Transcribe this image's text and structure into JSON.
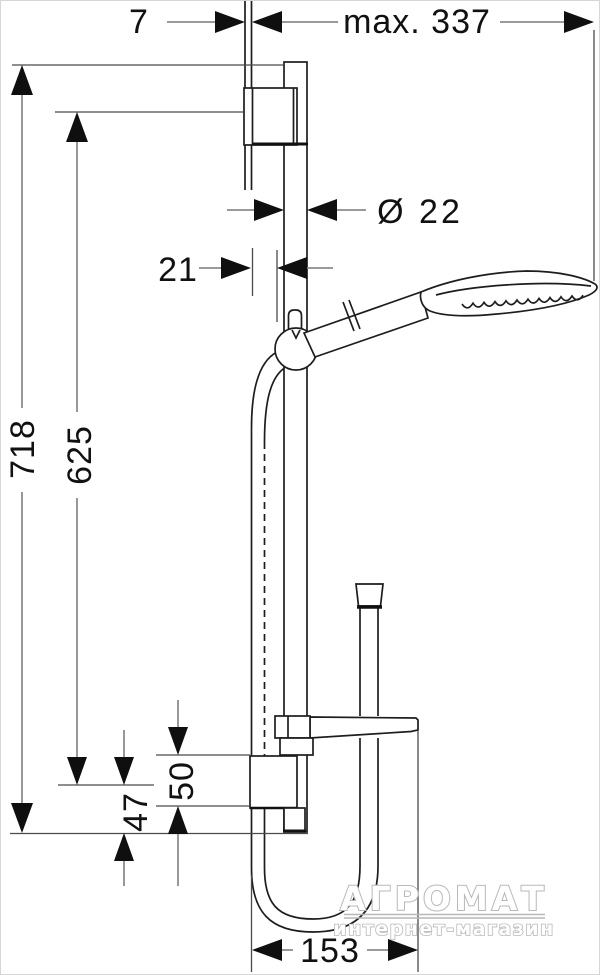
{
  "figure": {
    "type": "technical drawing",
    "product": "shower rail set with hand shower, sliding holder, soap dish shelf and hose",
    "units": "mm"
  },
  "dimensions": {
    "wall_gap": "7",
    "max_reach": "max. 337",
    "bar_diameter": "Ø 22",
    "holder_offset": "21",
    "total_height": "718",
    "bracket_span": "625",
    "lower_bracket_height": "50",
    "lower_offset": "47",
    "bottom_width": "153"
  },
  "watermark": {
    "title": "АГРОМАТ",
    "subtitle": "интернет-магазин"
  }
}
